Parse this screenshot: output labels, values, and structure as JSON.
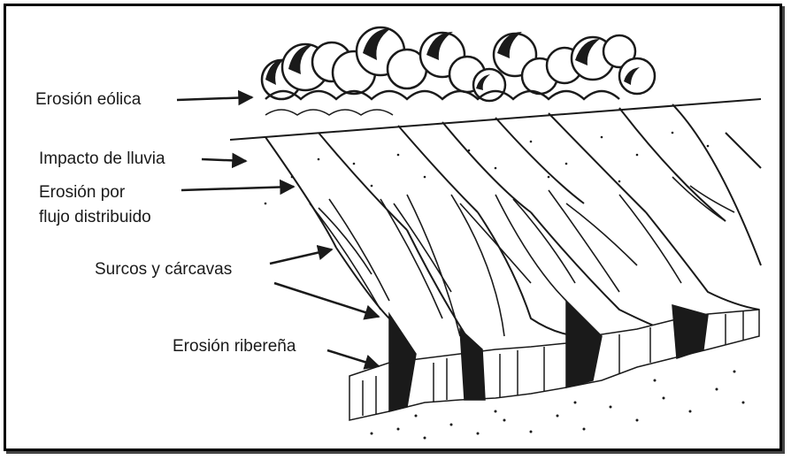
{
  "labels": {
    "wind": "Erosión eólica",
    "rain": "Impacto de lluvia",
    "sheet_line1": "Erosión por",
    "sheet_line2": "flujo distribuido",
    "rills": "Surcos y cárcavas",
    "bank": "Erosión ribereña"
  },
  "colors": {
    "ink": "#1a1a1a",
    "frame": "#000000",
    "background": "#ffffff"
  }
}
